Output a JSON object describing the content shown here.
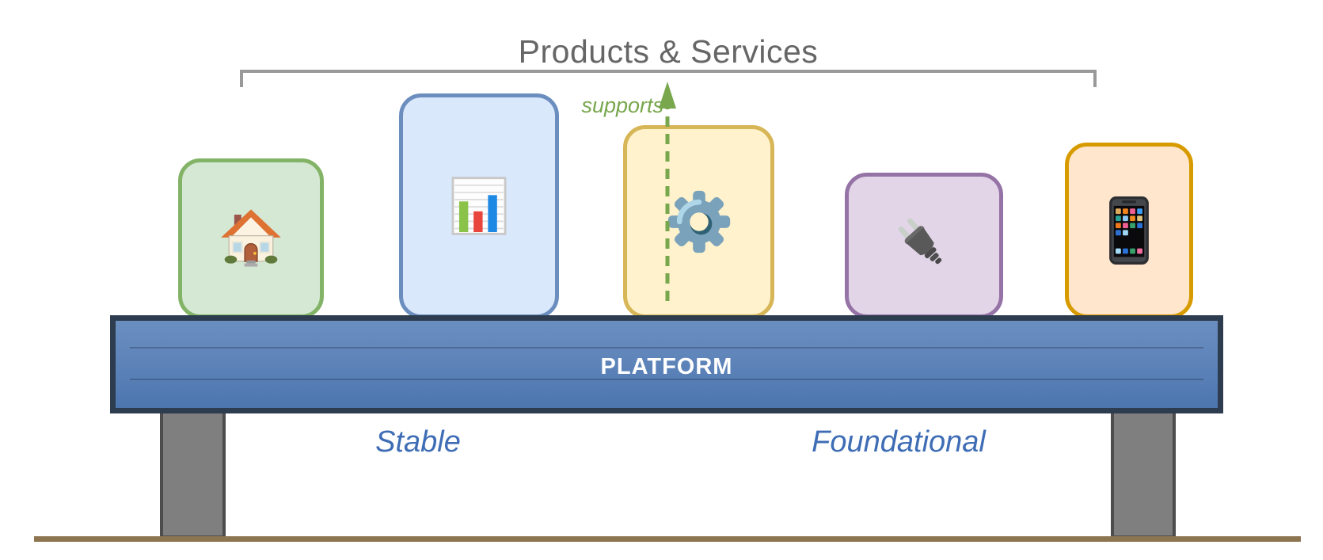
{
  "title": "Products & Services",
  "supports": {
    "label": "supports",
    "arrow_color": "#78a74e"
  },
  "cards": [
    {
      "icon": "house-icon",
      "fill": "#d5e8d4",
      "stroke": "#82b366"
    },
    {
      "icon": "bar-chart-icon",
      "fill": "#dae8fc",
      "stroke": "#6c8ebf"
    },
    {
      "icon": "gear-icon",
      "fill": "#fff2cc",
      "stroke": "#d6b656"
    },
    {
      "icon": "plug-icon",
      "fill": "#e1d5e7",
      "stroke": "#9673a6"
    },
    {
      "icon": "smartphone-icon",
      "fill": "#ffe6cc",
      "stroke": "#d79b00"
    }
  ],
  "platform": {
    "label": "PLATFORM",
    "fill_top": "#6b8ec0",
    "fill_bottom": "#4d75ae",
    "border": "#2d3c4e",
    "text_color": "#ffffff"
  },
  "annotations": {
    "stable": "Stable",
    "foundational": "Foundational",
    "text_color": "#3e6db5"
  },
  "colors": {
    "title_text": "#666666",
    "bracket": "#999999",
    "leg_fill": "#7f7f7f",
    "leg_border": "#4d4d4d",
    "ground": "#8e7552"
  }
}
